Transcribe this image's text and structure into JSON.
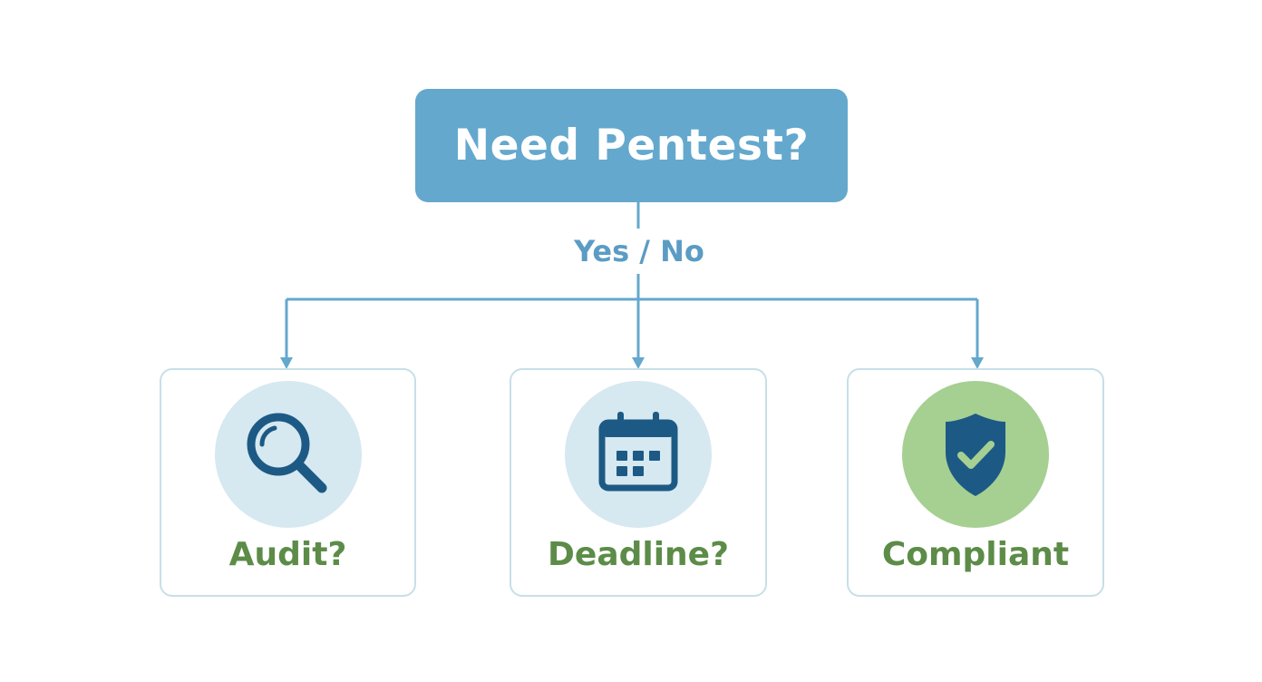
{
  "diagram": {
    "root": {
      "label": "Need Pentest?"
    },
    "edge_label": {
      "text": "Yes / No"
    },
    "nodes": [
      {
        "label": "Audit?",
        "icon": "magnifying-glass-icon"
      },
      {
        "label": "Deadline?",
        "icon": "calendar-icon"
      },
      {
        "label": "Compliant",
        "icon": "shield-check-icon"
      }
    ]
  },
  "colors": {
    "root_fill": "#64a8cd",
    "connector": "#64a8cd",
    "edge_label_text": "#5b9cc4",
    "card_border": "#c7dfe8",
    "node_label_text": "#5c8c48",
    "icon_dark": "#1c5a85",
    "icon_circle_blue": "#d6e8f0",
    "icon_circle_green": "#a6cf92"
  }
}
